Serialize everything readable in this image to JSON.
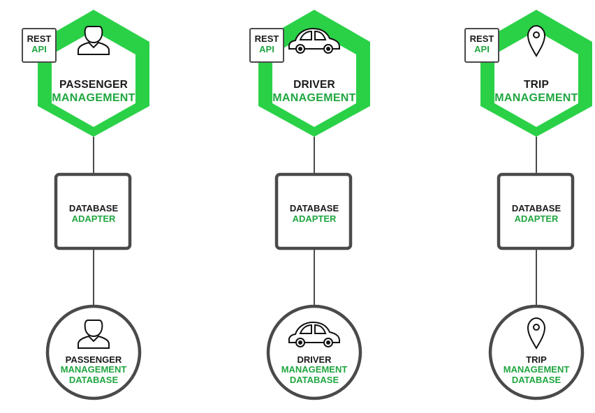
{
  "colors": {
    "accent_green": "#2ad147",
    "label_green": "#1fa640",
    "stroke_dark": "#4a4a4a",
    "text_dark": "#1a1a1a"
  },
  "services": [
    {
      "rest": "REST",
      "api": "API",
      "title": "PASSENGER",
      "subtitle": "MANAGEMENT",
      "adapter_title": "DATABASE",
      "adapter_subtitle": "ADAPTER",
      "db_title": "PASSENGER",
      "db_line2": "MANAGEMENT",
      "db_line3": "DATABASE",
      "icon": "person-icon"
    },
    {
      "rest": "REST",
      "api": "API",
      "title": "DRIVER",
      "subtitle": "MANAGEMENT",
      "adapter_title": "DATABASE",
      "adapter_subtitle": "ADAPTER",
      "db_title": "DRIVER",
      "db_line2": "MANAGEMENT",
      "db_line3": "DATABASE",
      "icon": "car-icon"
    },
    {
      "rest": "REST",
      "api": "API",
      "title": "TRIP",
      "subtitle": "MANAGEMENT",
      "adapter_title": "DATABASE",
      "adapter_subtitle": "ADAPTER",
      "db_title": "TRIP",
      "db_line2": "MANAGEMENT",
      "db_line3": "DATABASE",
      "icon": "map-pin-icon"
    }
  ]
}
